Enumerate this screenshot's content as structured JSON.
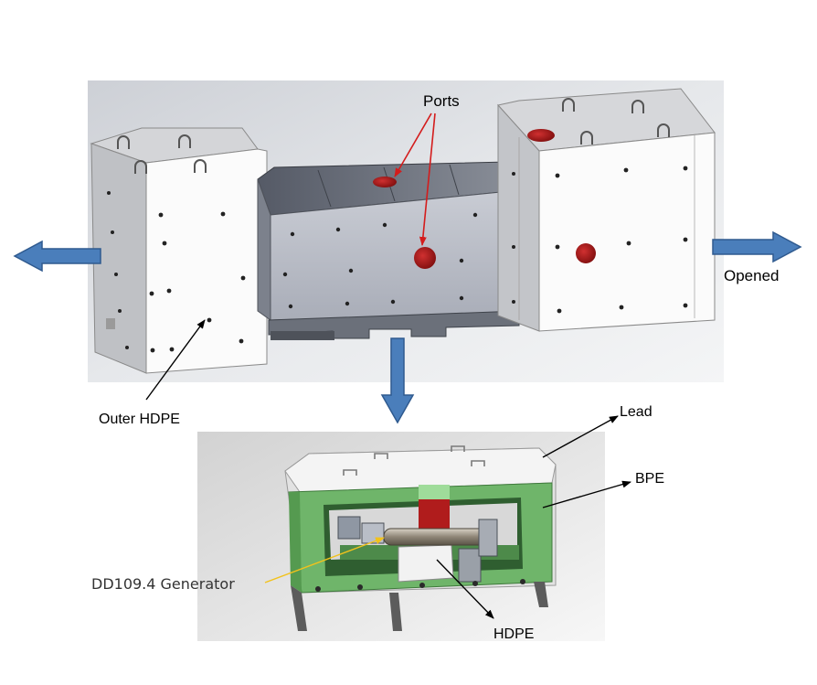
{
  "labels": {
    "ports": "Ports",
    "opened": "Opened",
    "outer_hdpe": "Outer HDPE",
    "lead": "Lead",
    "bpe": "BPE",
    "generator": "DD109.4 Generator",
    "hdpe": "HDPE"
  },
  "colors": {
    "arrow_fill": "#4a7ebb",
    "arrow_stroke": "#2f5a8f",
    "port_red": "#a81818",
    "generator_leader": "#f2c21b",
    "bpe_green": "#6fb56a",
    "lead_white": "#f4f4f4"
  }
}
